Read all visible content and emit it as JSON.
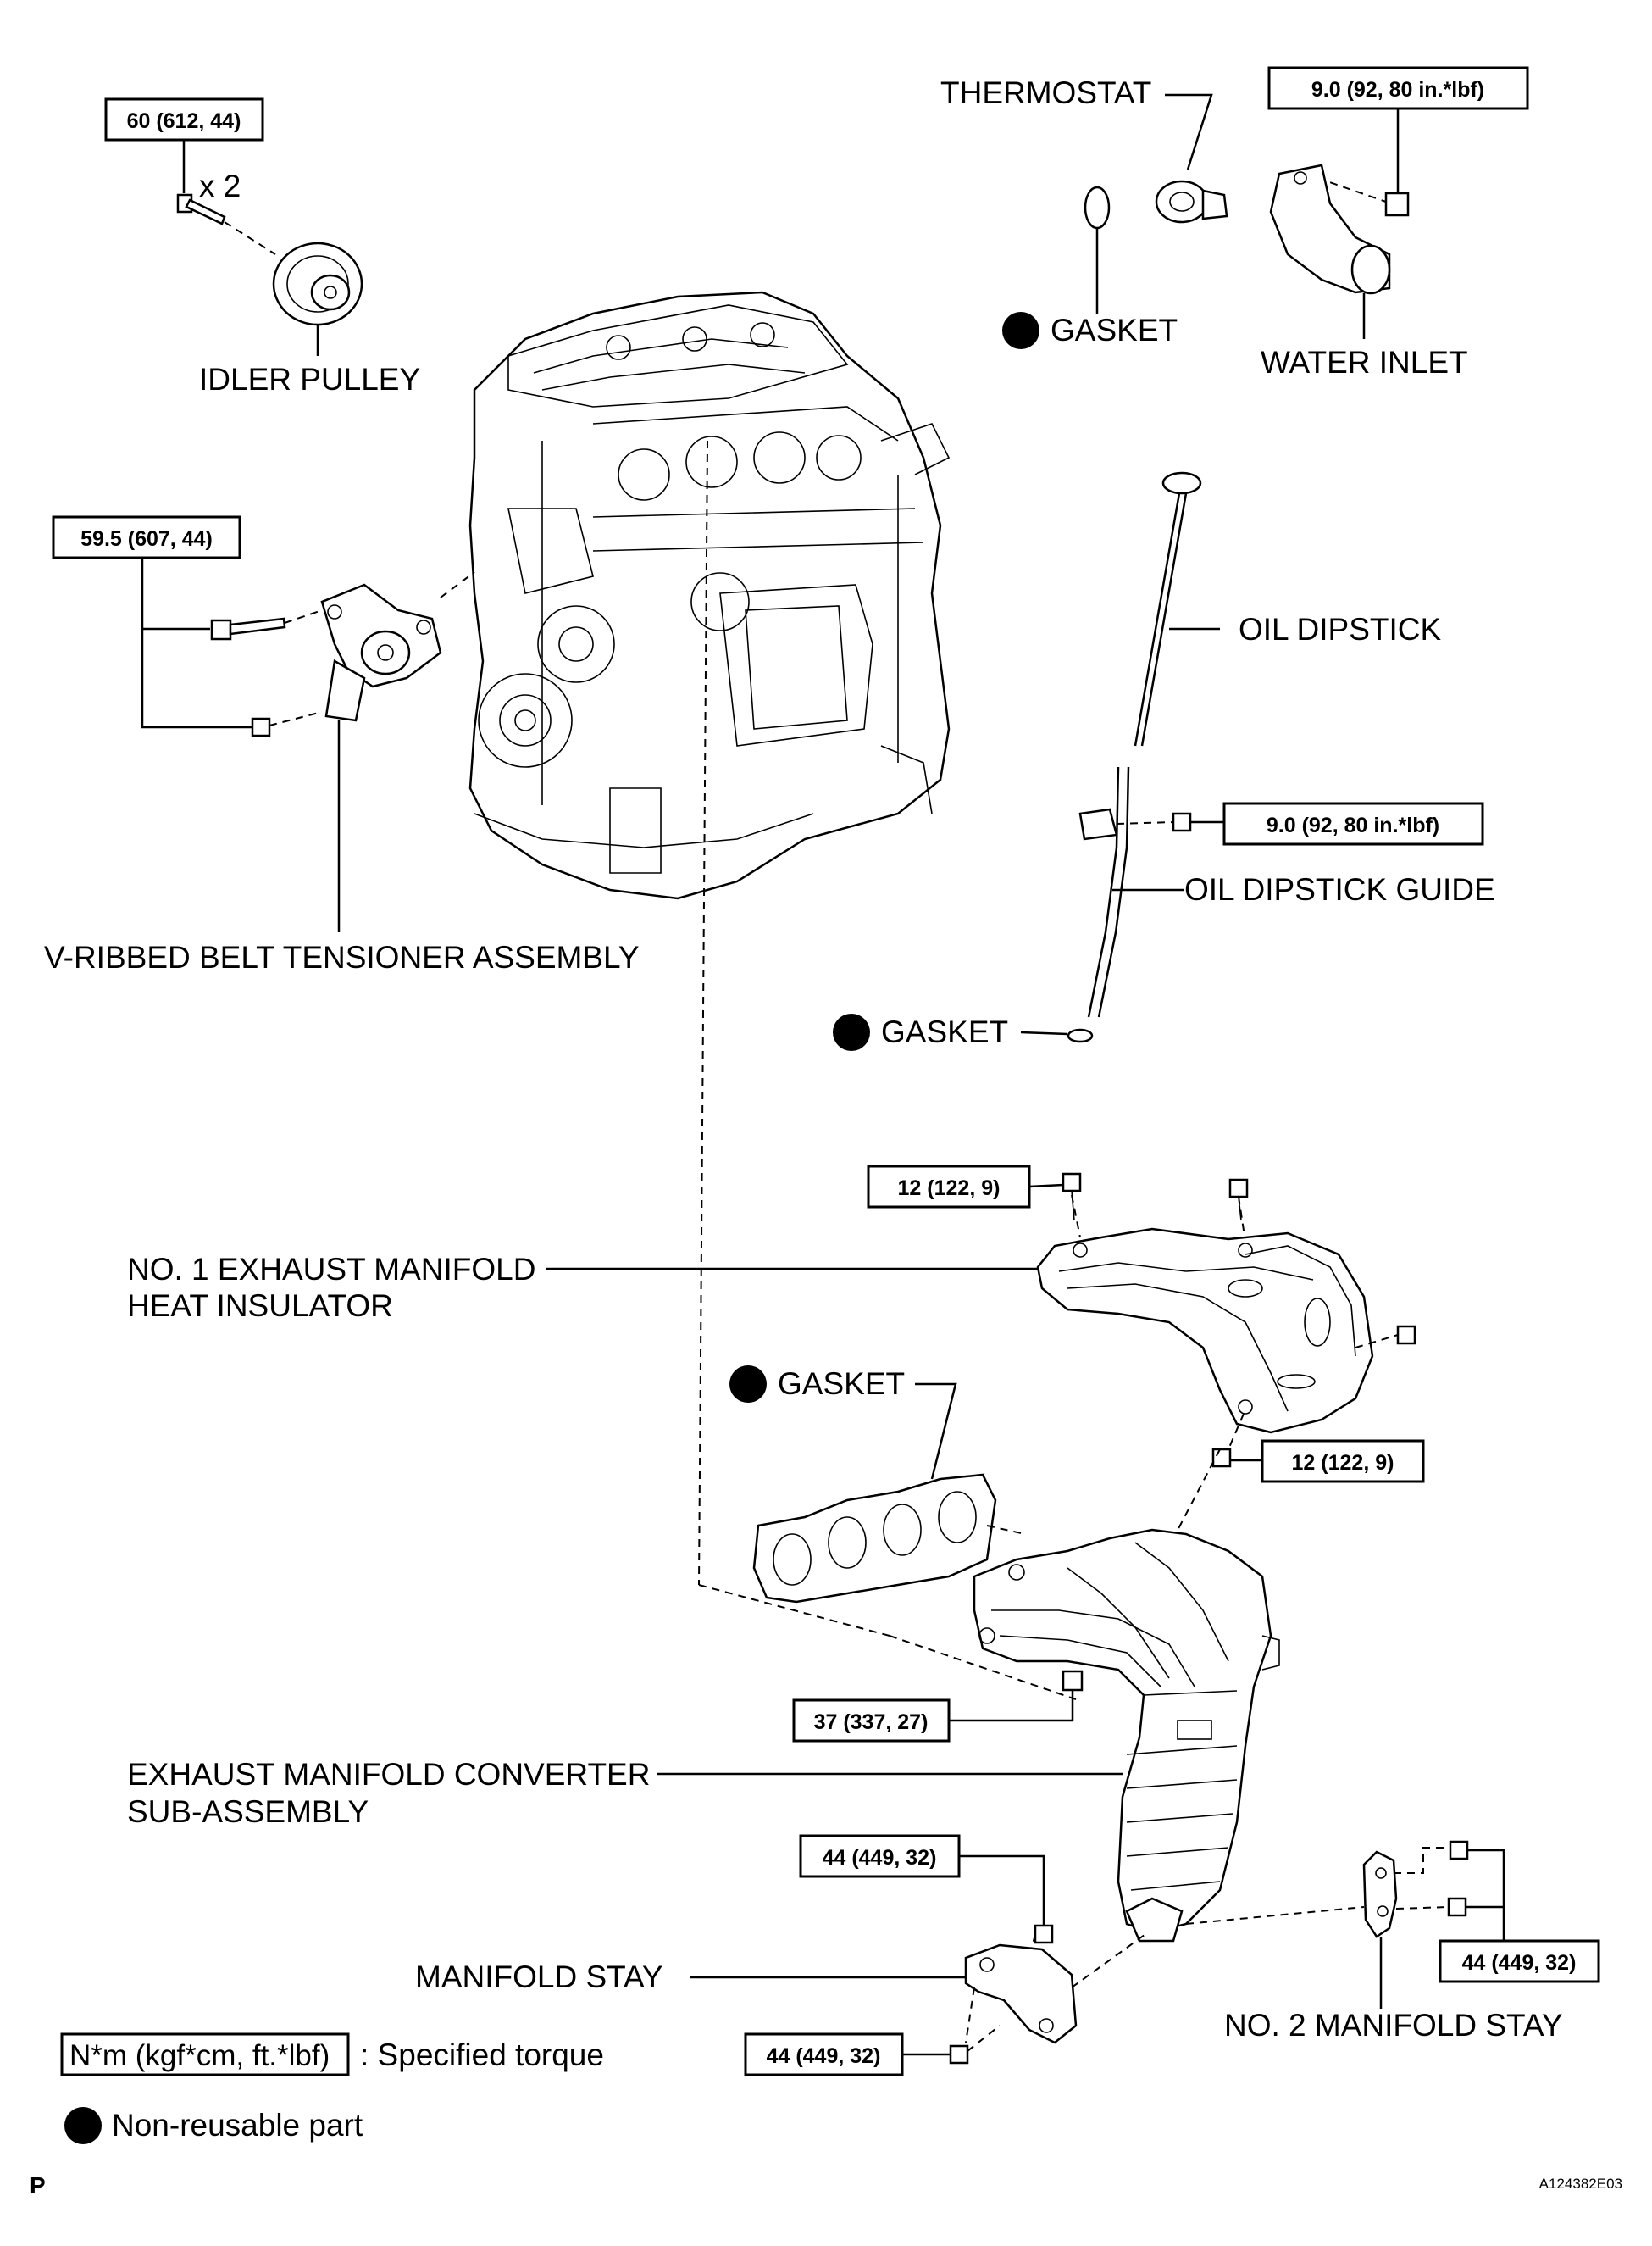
{
  "labels": {
    "thermostat": "THERMOSTAT",
    "gasket_top": "GASKET",
    "water_inlet": "WATER INLET",
    "idler_pulley": "IDLER PULLEY",
    "qty_x2": "x 2",
    "oil_dipstick": "OIL DIPSTICK",
    "oil_dipstick_guide": "OIL DIPSTICK GUIDE",
    "vribbed_tensioner": "V-RIBBED BELT TENSIONER ASSEMBLY",
    "gasket_dipstick": "GASKET",
    "heat_insulator_line1": "NO. 1 EXHAUST MANIFOLD",
    "heat_insulator_line2": "HEAT INSULATOR",
    "gasket_manifold": "GASKET",
    "exhaust_converter_line1": "EXHAUST MANIFOLD CONVERTER",
    "exhaust_converter_line2": "SUB-ASSEMBLY",
    "manifold_stay": "MANIFOLD STAY",
    "no2_manifold_stay": "NO. 2 MANIFOLD STAY"
  },
  "torque": {
    "idler_pulley": "60 (612, 44)",
    "tensioner": "59.5 (607, 44)",
    "water_inlet": "9.0 (92, 80 in.*lbf)",
    "dipstick_guide": "9.0 (92, 80 in.*lbf)",
    "insulator_upper": "12 (122, 9)",
    "insulator_lower": "12 (122, 9)",
    "converter_nut": "37 (337, 27)",
    "manifold_stay_upper": "44 (449, 32)",
    "manifold_stay_lower": "44 (449, 32)",
    "no2_manifold_stay": "44 (449, 32)"
  },
  "legend": {
    "torque_unit": "N*m (kgf*cm, ft.*lbf)",
    "torque_desc": ": Specified torque",
    "nonreusable": "Non-reusable part"
  },
  "footer": {
    "corner_mark": "P",
    "figure_id": "A124382E03"
  }
}
